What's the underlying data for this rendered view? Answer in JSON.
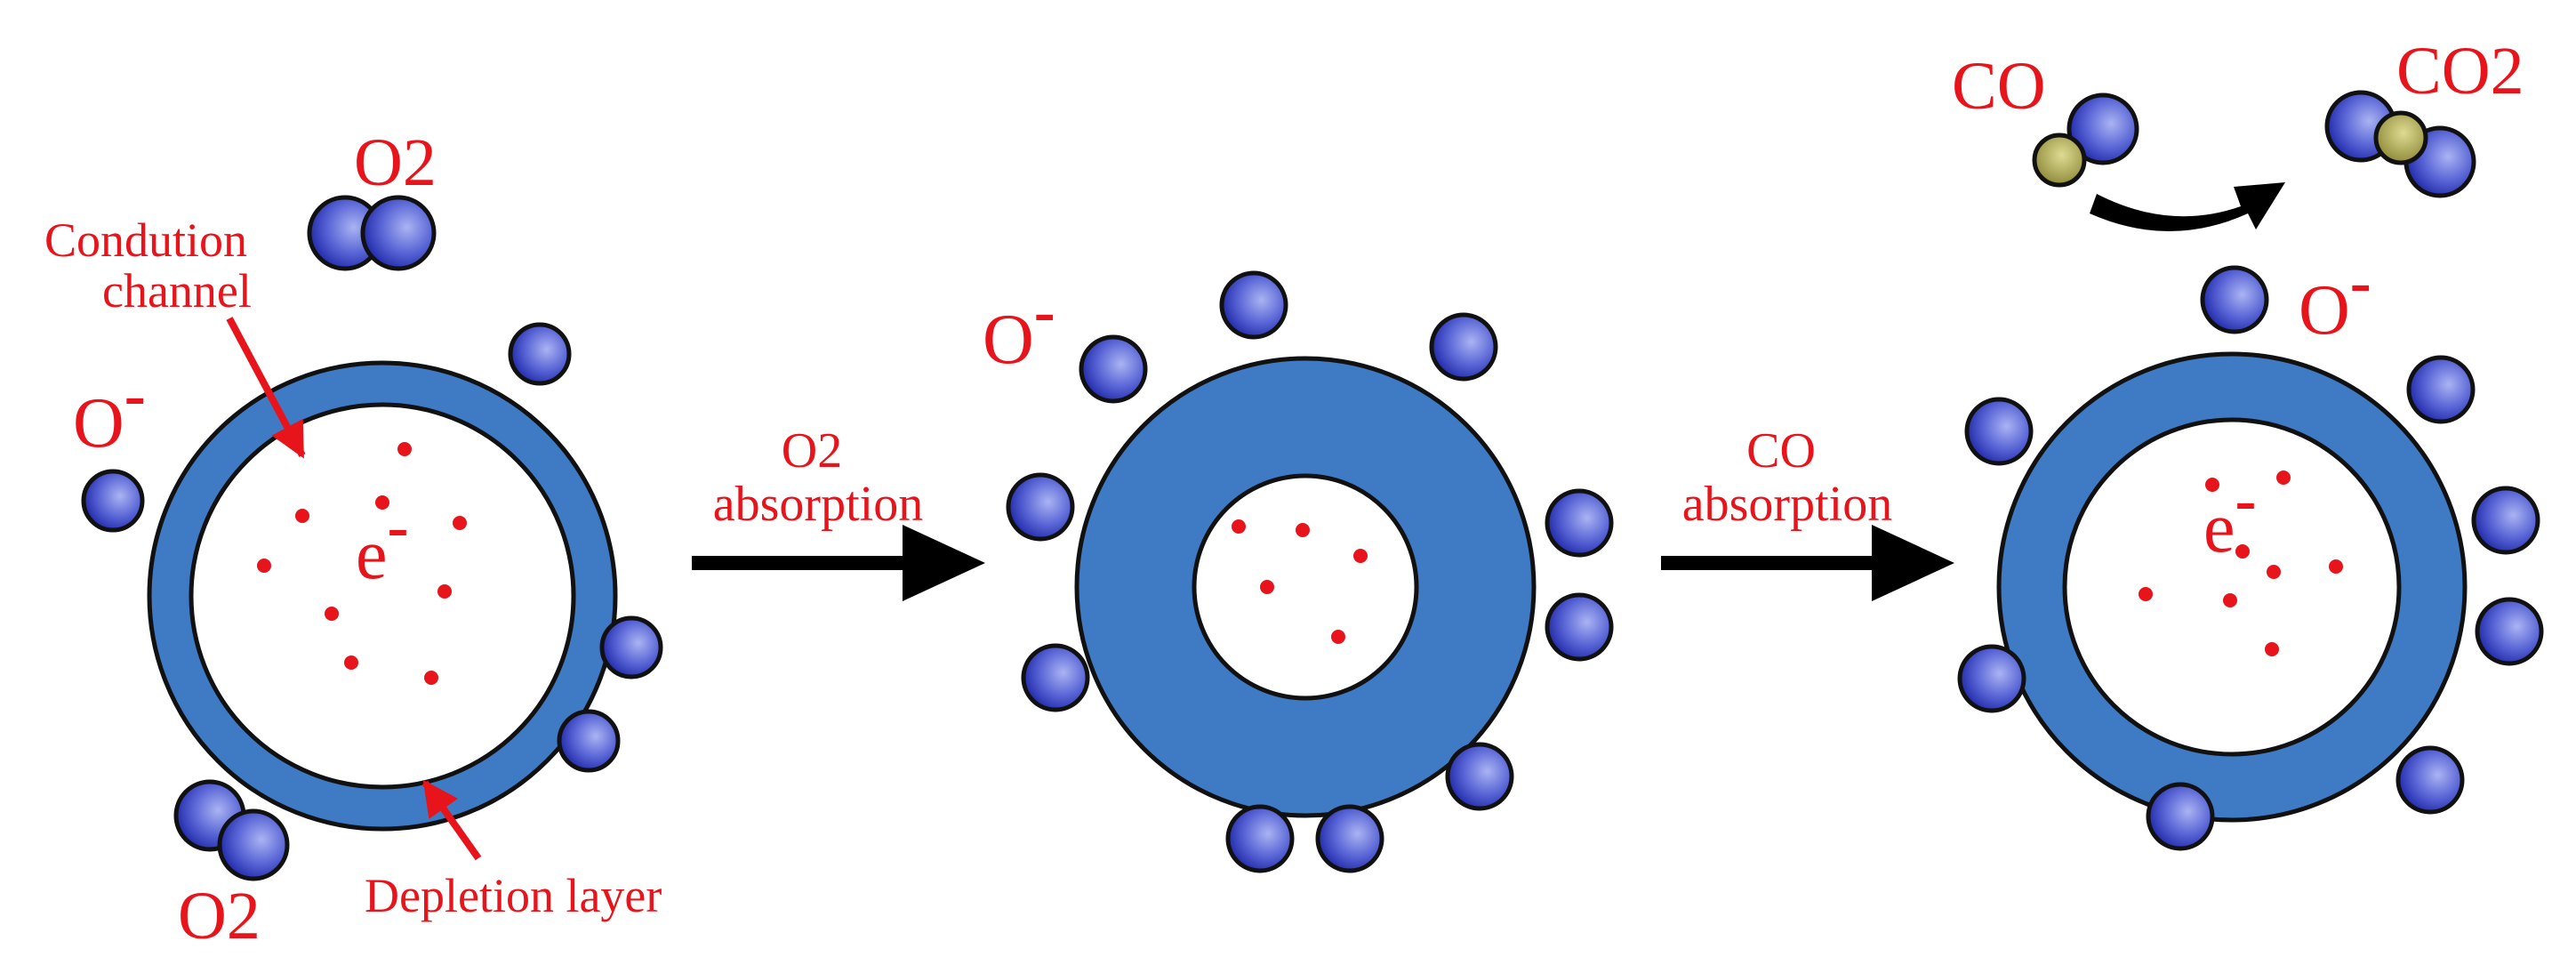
{
  "labels": {
    "o2_top": "O2",
    "o2_bottom": "O2",
    "o_minus_1": "O",
    "o_minus_2": "O",
    "o_minus_3": "O",
    "minus_sign": "-",
    "electron_1": "e",
    "electron_2": "e",
    "conduction_channel_line1": "Condution",
    "conduction_channel_line2": "channel",
    "depletion_layer": "Depletion layer",
    "step1_line1": "O2",
    "step1_line2": "absorption",
    "step2_line1": "CO",
    "step2_line2": "absorption",
    "co": "CO",
    "co2": "CO2"
  },
  "colors": {
    "label_red": "#e8141b",
    "shell_blue": "#3f7ac4",
    "outline": "#111111",
    "molecule_light": "#aab4f2",
    "molecule_dark": "#1e27a8",
    "carbon_light": "#dedc92",
    "carbon_dark": "#8b8534",
    "electron_dot": "#e8141b"
  }
}
